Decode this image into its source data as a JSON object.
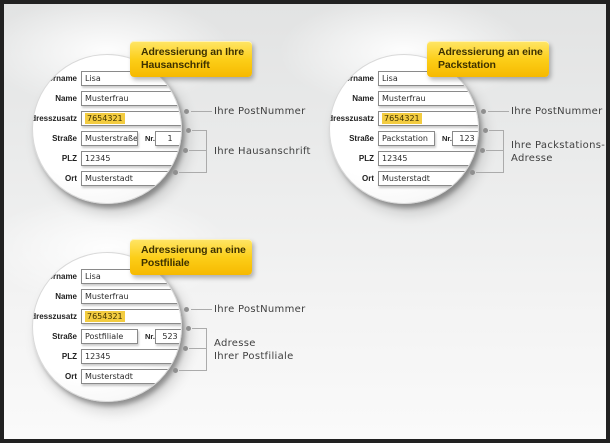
{
  "colors": {
    "page-border": "#212121",
    "banner-yellow-top": "#FFE668",
    "banner-yellow-bottom": "#F6B900",
    "banner-text": "#3D3100",
    "highlight-yellow": "#F3CC40",
    "connector-gray": "#ABABAB"
  },
  "panels": [
    {
      "title_line1": "Adressierung an Ihre",
      "title_line2": "Hausanschrift",
      "fields": [
        {
          "label": "Vorname",
          "value": "Lisa"
        },
        {
          "label": "Name",
          "value": "Musterfrau"
        },
        {
          "label": "Adresszusatz",
          "value": "7654321"
        },
        {
          "label": "Straße",
          "value": "Musterstraße",
          "nr_label": "Nr.",
          "nr_value": "1"
        },
        {
          "label": "PLZ",
          "value": "12345"
        },
        {
          "label": "Ort",
          "value": "Musterstadt"
        }
      ],
      "callout_postnummer": "Ihre PostNummer",
      "callout_address_line1": "Ihre Hausanschrift",
      "callout_address_line2": ""
    },
    {
      "title_line1": "Adressierung an eine",
      "title_line2": "Packstation",
      "fields": [
        {
          "label": "Vorname",
          "value": "Lisa"
        },
        {
          "label": "Name",
          "value": "Musterfrau"
        },
        {
          "label": "Adresszusatz",
          "value": "7654321"
        },
        {
          "label": "Straße",
          "value": "Packstation",
          "nr_label": "Nr.",
          "nr_value": "123"
        },
        {
          "label": "PLZ",
          "value": "12345"
        },
        {
          "label": "Ort",
          "value": "Musterstadt"
        }
      ],
      "callout_postnummer": "Ihre PostNummer",
      "callout_address_line1": "Ihre Packstations-",
      "callout_address_line2": "Adresse"
    },
    {
      "title_line1": "Adressierung an eine",
      "title_line2": "Postfiliale",
      "fields": [
        {
          "label": "Vorname",
          "value": "Lisa"
        },
        {
          "label": "Name",
          "value": "Musterfrau"
        },
        {
          "label": "Adresszusatz",
          "value": "7654321"
        },
        {
          "label": "Straße",
          "value": "Postfiliale",
          "nr_label": "Nr.",
          "nr_value": "523"
        },
        {
          "label": "PLZ",
          "value": "12345"
        },
        {
          "label": "Ort",
          "value": "Musterstadt"
        }
      ],
      "callout_postnummer": "Ihre PostNummer",
      "callout_address_line1": "Adresse",
      "callout_address_line2": "Ihrer Postfiliale"
    }
  ]
}
